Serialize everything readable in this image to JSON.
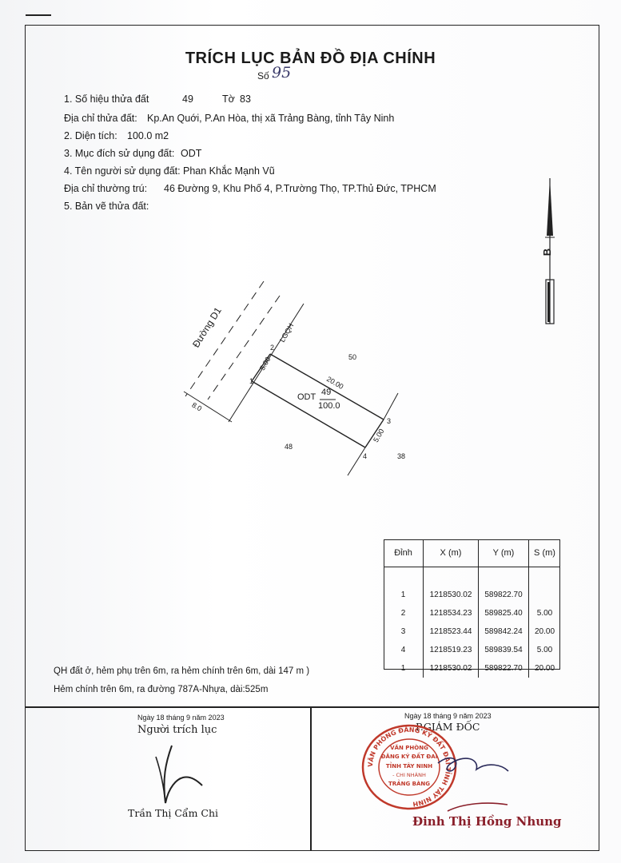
{
  "document": {
    "title": "TRÍCH LỤC BẢN ĐỒ ĐỊA CHÍNH",
    "number_label": "Số",
    "number_handwritten": "95"
  },
  "parcel": {
    "item1_label": "1. Số hiệu thửa đất",
    "parcel_no": "49",
    "sheet_label": "Tờ",
    "sheet_no": "83",
    "address_label": "Địa chỉ thửa đất:",
    "address": "Kp.An Quới, P.An Hòa,  thị xã Trảng Bàng, tỉnh Tây Ninh",
    "area_label": "2. Diện tích:",
    "area": "100.0 m2",
    "purpose_label": "3. Mục đích sử dụng đất:",
    "purpose": "ODT",
    "owner_label": "4. Tên người sử dụng đất:",
    "owner": "Phan Khắc Mạnh Vũ",
    "residence_label": "Địa chỉ thường trú:",
    "residence": "46 Đường 9, Khu Phố 4, P.Trường Thọ, TP.Thủ Đức, TPHCM",
    "drawing_label": "5. Bản vẽ thửa đất:"
  },
  "map": {
    "road_name": "Đường D1",
    "lgqh": "LGQH",
    "road_width": "8.0",
    "parcel_code": "ODT",
    "parcel_no": "49",
    "parcel_area": "100.0",
    "neighbor_top": "50",
    "neighbor_bottom": "48",
    "neighbor_right": "38",
    "edge_top": "20.00",
    "edge_left": "5.00",
    "edge_right": "5.00",
    "vertices": [
      "1",
      "2",
      "3",
      "4"
    ],
    "north_letter": "B"
  },
  "coords": {
    "headers": [
      "Đỉnh",
      "X (m)",
      "Y (m)",
      "S (m)"
    ],
    "rows": [
      [
        "1",
        "1218530.02",
        "589822.70",
        ""
      ],
      [
        "2",
        "1218534.23",
        "589825.40",
        "5.00"
      ],
      [
        "3",
        "1218523.44",
        "589842.24",
        "20.00"
      ],
      [
        "4",
        "1218519.23",
        "589839.54",
        "5.00"
      ],
      [
        "1",
        "1218530.02",
        "589822.70",
        "20.00"
      ]
    ]
  },
  "notes": {
    "line1": "QH đất ở, hẻm phụ trên 6m, ra hẻm chính trên 6m, dài 147 m )",
    "line2": "Hẻm chính trên 6m, ra đường 787A-Nhựa, dài:525m"
  },
  "signatures": {
    "left_date": "Ngày 18  tháng  9 năm 2023",
    "left_title": "Người trích lục",
    "left_name": "Trần Thị Cẩm Chi",
    "right_date": "Ngày  18   tháng 9 năm 2023",
    "right_title": "P.GIÁM ĐỐC",
    "right_name": "Đinh Thị Hồng Nhung",
    "stamp_center": [
      "VĂN PHÒNG",
      "ĐĂNG KÝ ĐẤT ĐAI",
      "TỈNH TÂY NINH",
      "- CHI NHÁNH",
      "TRẢNG BÀNG"
    ],
    "stamp_ring": "VĂN PHÒNG ĐĂNG KÝ ĐẤT ĐAI TỈNH TÂY NINH",
    "stamp_color": "#c0392b"
  }
}
